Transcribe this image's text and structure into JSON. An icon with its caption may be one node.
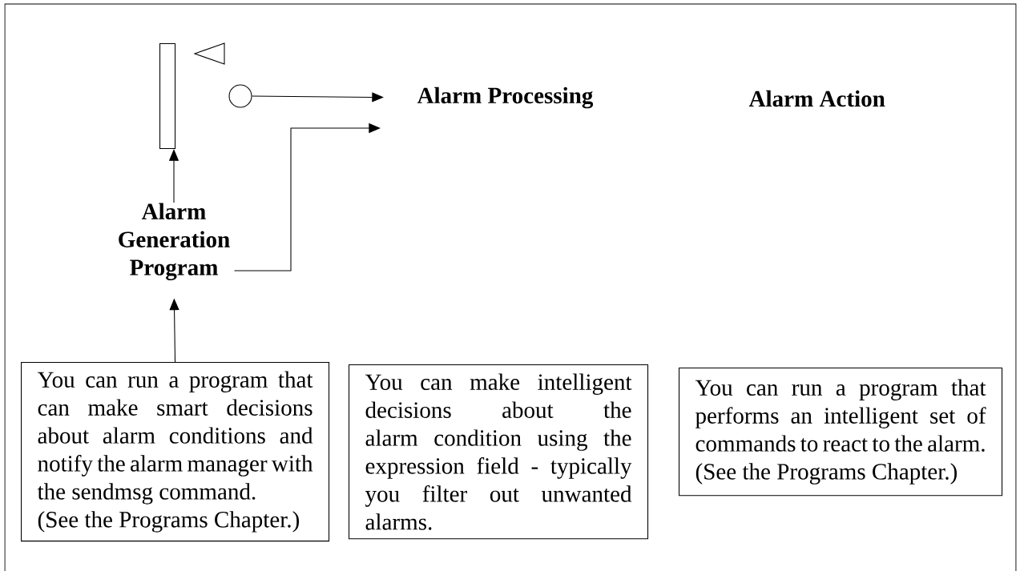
{
  "diagram": {
    "nodes": [
      {
        "text": [],
        "shape": "bar"
      },
      {
        "text": [],
        "shape": "circle"
      },
      {
        "text": [
          "Alarm Processing"
        ]
      },
      {
        "text": [
          "Alarm Action"
        ]
      },
      {
        "text": [
          "Alarm Generation Program"
        ]
      },
      {
        "text": [
          "You can run a program that can make smart decisions about alarm conditions and notify the alarm manager with the sendmsg command.",
          "(See the Programs Chapter.)"
        ]
      },
      {
        "text": [
          "You can make intelligent decisions about the alarm condition using the expression field - typically you filter out unwanted alarms."
        ]
      },
      {
        "text": [
          "You can run a program that performs an intelligent set of commands to react to the alarm.",
          "(See the Programs Chapter.)"
        ]
      }
    ],
    "edges": [
      {
        "from": 4,
        "to": 0,
        "arrow": "to"
      },
      {
        "from": 5,
        "to": 4,
        "arrow": "to"
      },
      {
        "from": 1,
        "to": 2,
        "arrow": "to"
      },
      {
        "from": 4,
        "to": 2,
        "arrow": "to"
      }
    ]
  }
}
